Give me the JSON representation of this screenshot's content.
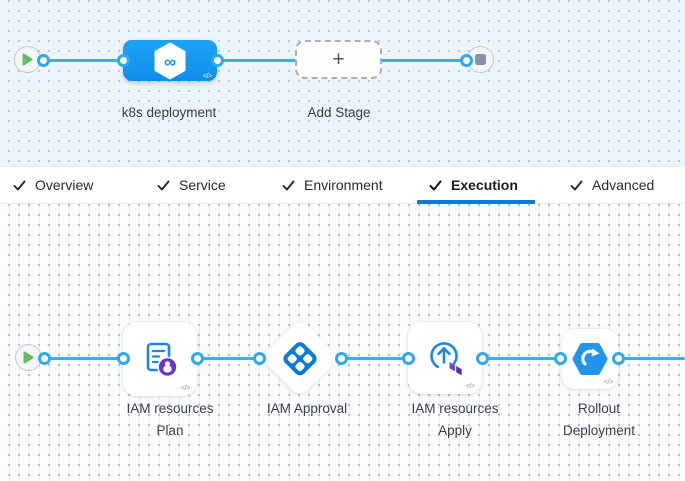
{
  "stage_builder": {
    "stage": {
      "name": "k8s deployment",
      "icon": "pipeline-infinity-icon",
      "icon_glyph": "∞",
      "code_badge": "</>"
    },
    "add_stage": {
      "label": "Add Stage",
      "plus": "+"
    },
    "start_node": "play",
    "end_node": "stop"
  },
  "tab_bar": {
    "tabs": [
      {
        "label": "Overview",
        "checked": true,
        "active": false
      },
      {
        "label": "Service",
        "checked": true,
        "active": false
      },
      {
        "label": "Environment",
        "checked": true,
        "active": false
      },
      {
        "label": "Execution",
        "checked": true,
        "active": true
      },
      {
        "label": "Advanced",
        "checked": true,
        "active": false
      }
    ]
  },
  "execution_graph": {
    "steps": [
      {
        "line1": "IAM resources",
        "line2": "Plan",
        "icon": "terraform-plan-icon",
        "code_badge": "</>"
      },
      {
        "line1": "IAM Approval",
        "line2": "",
        "icon": "approval-diamond-icon"
      },
      {
        "line1": "IAM resources",
        "line2": "Apply",
        "icon": "terraform-apply-icon",
        "code_badge": "</>"
      },
      {
        "line1": "Rollout",
        "line2": "Deployment",
        "icon": "rollout-deployment-icon",
        "code_badge": "</>"
      }
    ]
  },
  "colors": {
    "connector_line": "#38aff2",
    "stage_node_blue": "#149af0",
    "active_tab_underline": "#0c79d2",
    "approval_blue": "#0b7ad7",
    "terraform_purple": "#6a35c9",
    "play_green": "#5fbe66",
    "stop_gray": "#8c92a4",
    "canvas_top_bg": "#eef5fa",
    "canvas_bottom_bg": "#fbfdff"
  }
}
